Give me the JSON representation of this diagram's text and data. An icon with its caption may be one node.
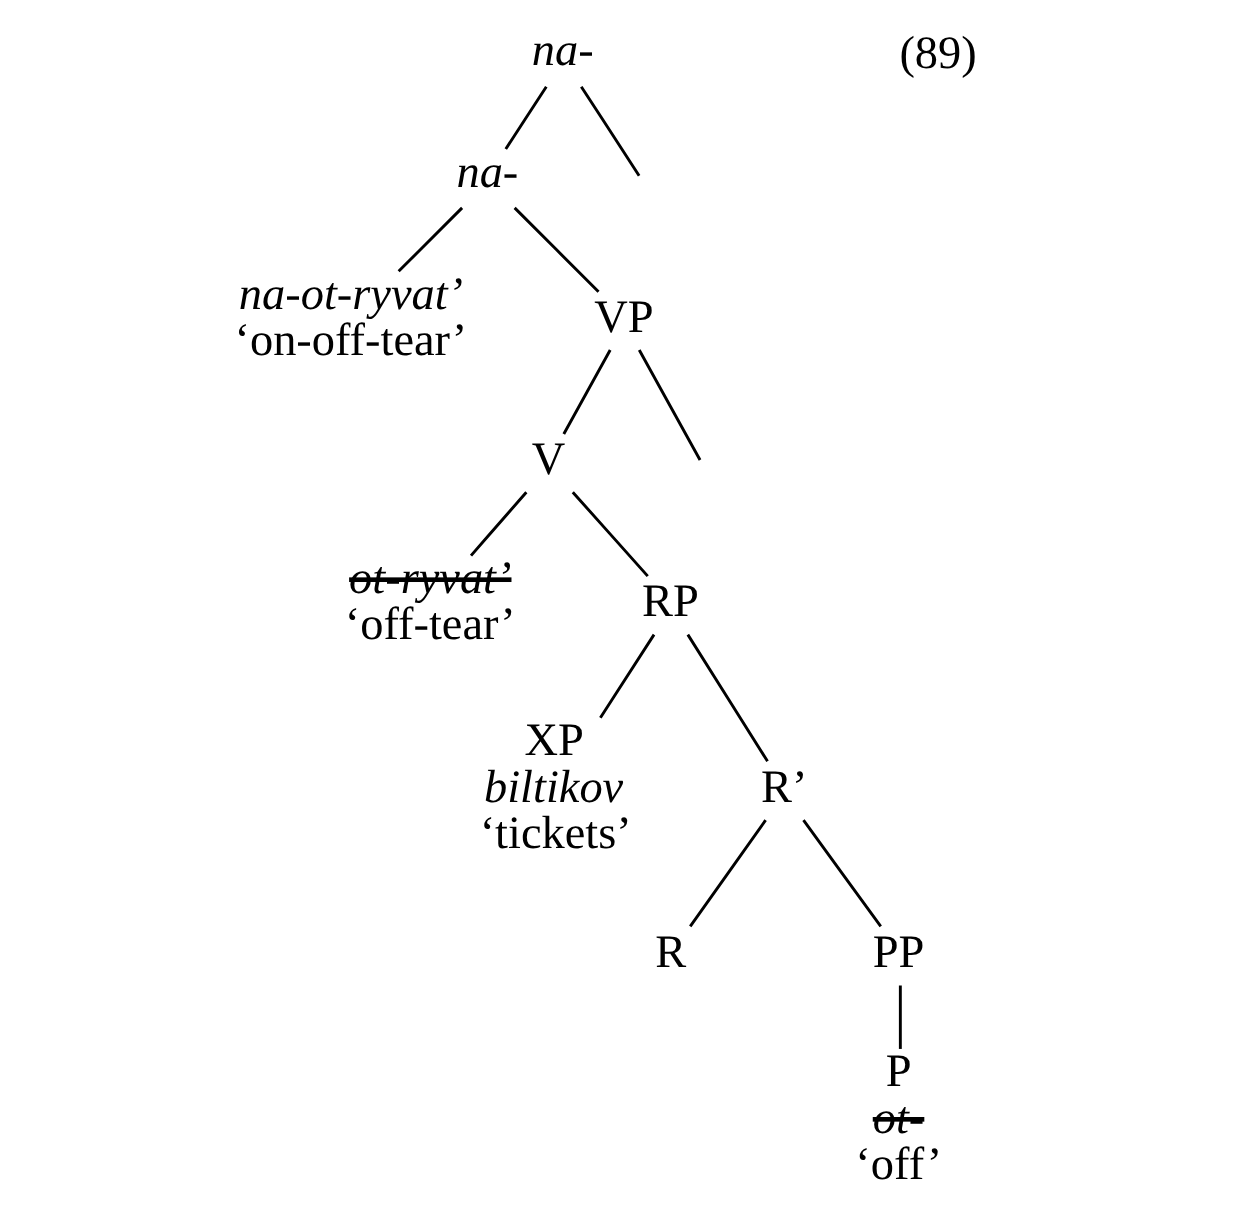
{
  "diagram": {
    "nodes": [
      {
        "text": [
          "na-"
        ]
      },
      {
        "text": [
          "na-"
        ]
      },
      {
        "text": [
          "na-ot-ryvat’",
          "‘on-off-tear’"
        ]
      },
      {
        "text": [
          "VP"
        ]
      },
      {
        "text": [
          "V"
        ]
      },
      {
        "text": [
          "ot-ryvat’",
          "‘off-tear’"
        ]
      },
      {
        "text": [
          "RP"
        ]
      },
      {
        "text": [
          "XP",
          "biltikov",
          "‘tickets’"
        ]
      },
      {
        "text": [
          "R’"
        ]
      },
      {
        "text": [
          "R"
        ]
      },
      {
        "text": [
          "PP"
        ]
      },
      {
        "text": [
          "P",
          "ot-",
          "‘off’"
        ]
      }
    ],
    "edges": [
      {
        "from": 0,
        "to": null,
        "arrow": "none"
      },
      {
        "from": 0,
        "to": 1,
        "arrow": "none"
      },
      {
        "from": 1,
        "to": 2,
        "arrow": "none"
      },
      {
        "from": 1,
        "to": 3,
        "arrow": "none"
      },
      {
        "from": 3,
        "to": null,
        "arrow": "none"
      },
      {
        "from": 3,
        "to": 4,
        "arrow": "none"
      },
      {
        "from": 4,
        "to": 5,
        "arrow": "none"
      },
      {
        "from": 4,
        "to": 6,
        "arrow": "none"
      },
      {
        "from": 6,
        "to": 7,
        "arrow": "none"
      },
      {
        "from": 6,
        "to": 8,
        "arrow": "none"
      },
      {
        "from": 8,
        "to": 9,
        "arrow": "none"
      },
      {
        "from": 8,
        "to": 10,
        "arrow": "none"
      },
      {
        "from": 10,
        "to": 11,
        "arrow": "none"
      }
    ],
    "labels": [
      "(89)"
    ]
  }
}
